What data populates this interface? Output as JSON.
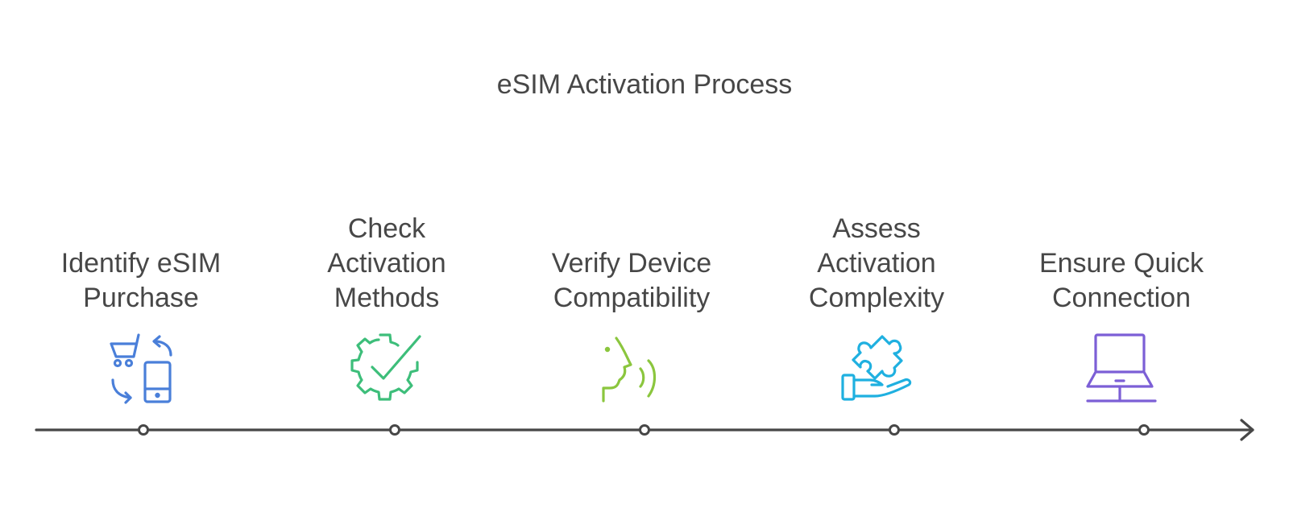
{
  "title": "eSIM Activation Process",
  "steps": [
    {
      "label": "Identify eSIM\nPurchase",
      "icon": "cart-phone-sync-icon",
      "color": "#4A7FD9"
    },
    {
      "label": "Check\nActivation\nMethods",
      "icon": "gear-check-icon",
      "color": "#3DBE7A"
    },
    {
      "label": "Verify Device\nCompatibility",
      "icon": "voice-recognition-icon",
      "color": "#8BC63E"
    },
    {
      "label": "Assess\nActivation\nComplexity",
      "icon": "hand-puzzle-icon",
      "color": "#1FB0E0"
    },
    {
      "label": "Ensure Quick\nConnection",
      "icon": "laptop-icon",
      "color": "#7C5FD6"
    }
  ],
  "timeline_color": "#474747"
}
